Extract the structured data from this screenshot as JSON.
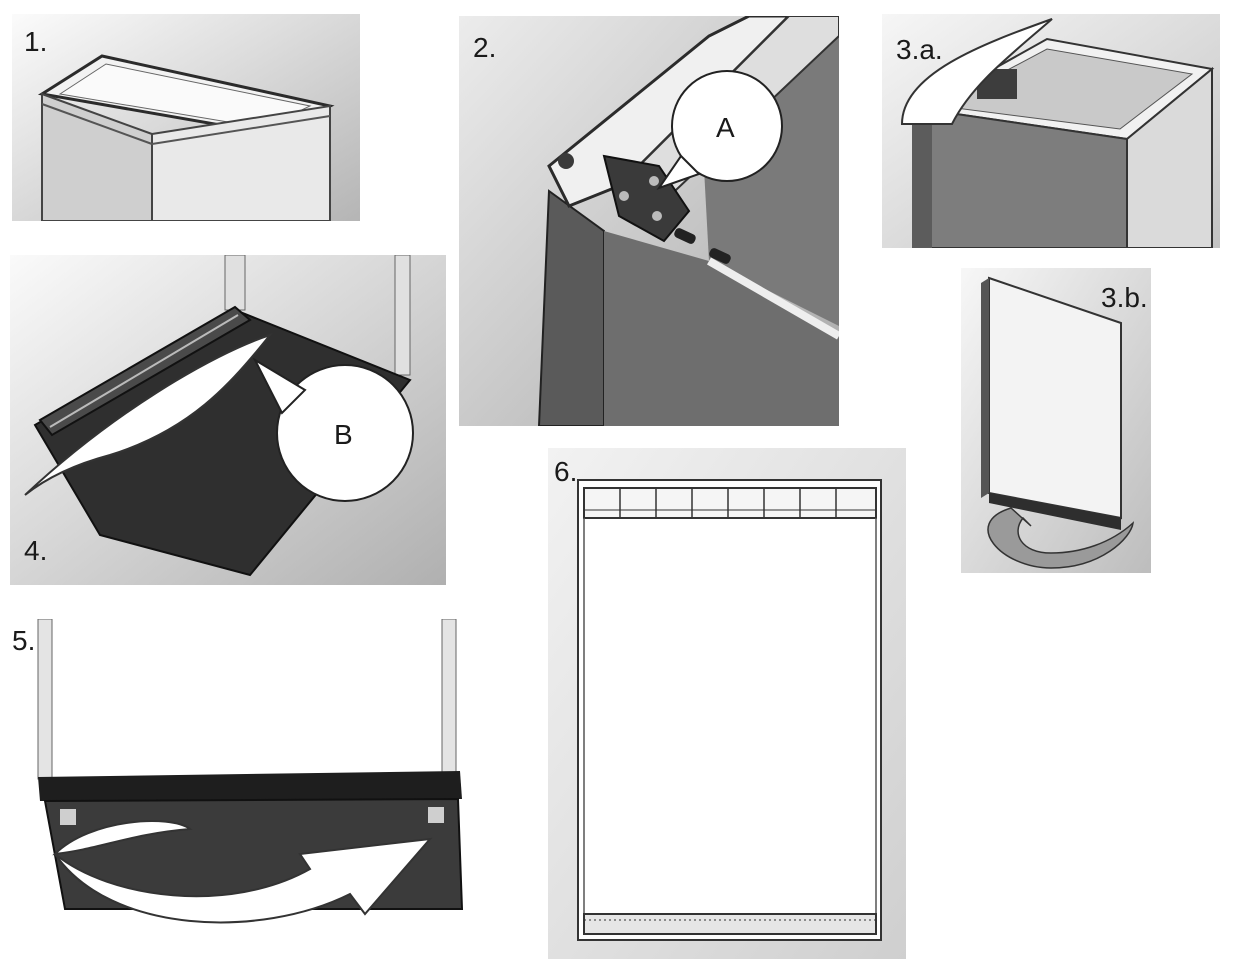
{
  "steps": {
    "s1": "1.",
    "s2": "2.",
    "s3a": "3.a.",
    "s3b": "3.b.",
    "s4": "4.",
    "s5": "5.",
    "s6": "6."
  },
  "callouts": {
    "a": "A",
    "b": "B"
  },
  "colors": {
    "panel_bg_light": "#f4f4f4",
    "panel_bg_dark": "#b9b9b9",
    "cabinet_side": "#8f8f8f",
    "cabinet_dark": "#4a4a4a",
    "outline": "#2b2b2b"
  }
}
